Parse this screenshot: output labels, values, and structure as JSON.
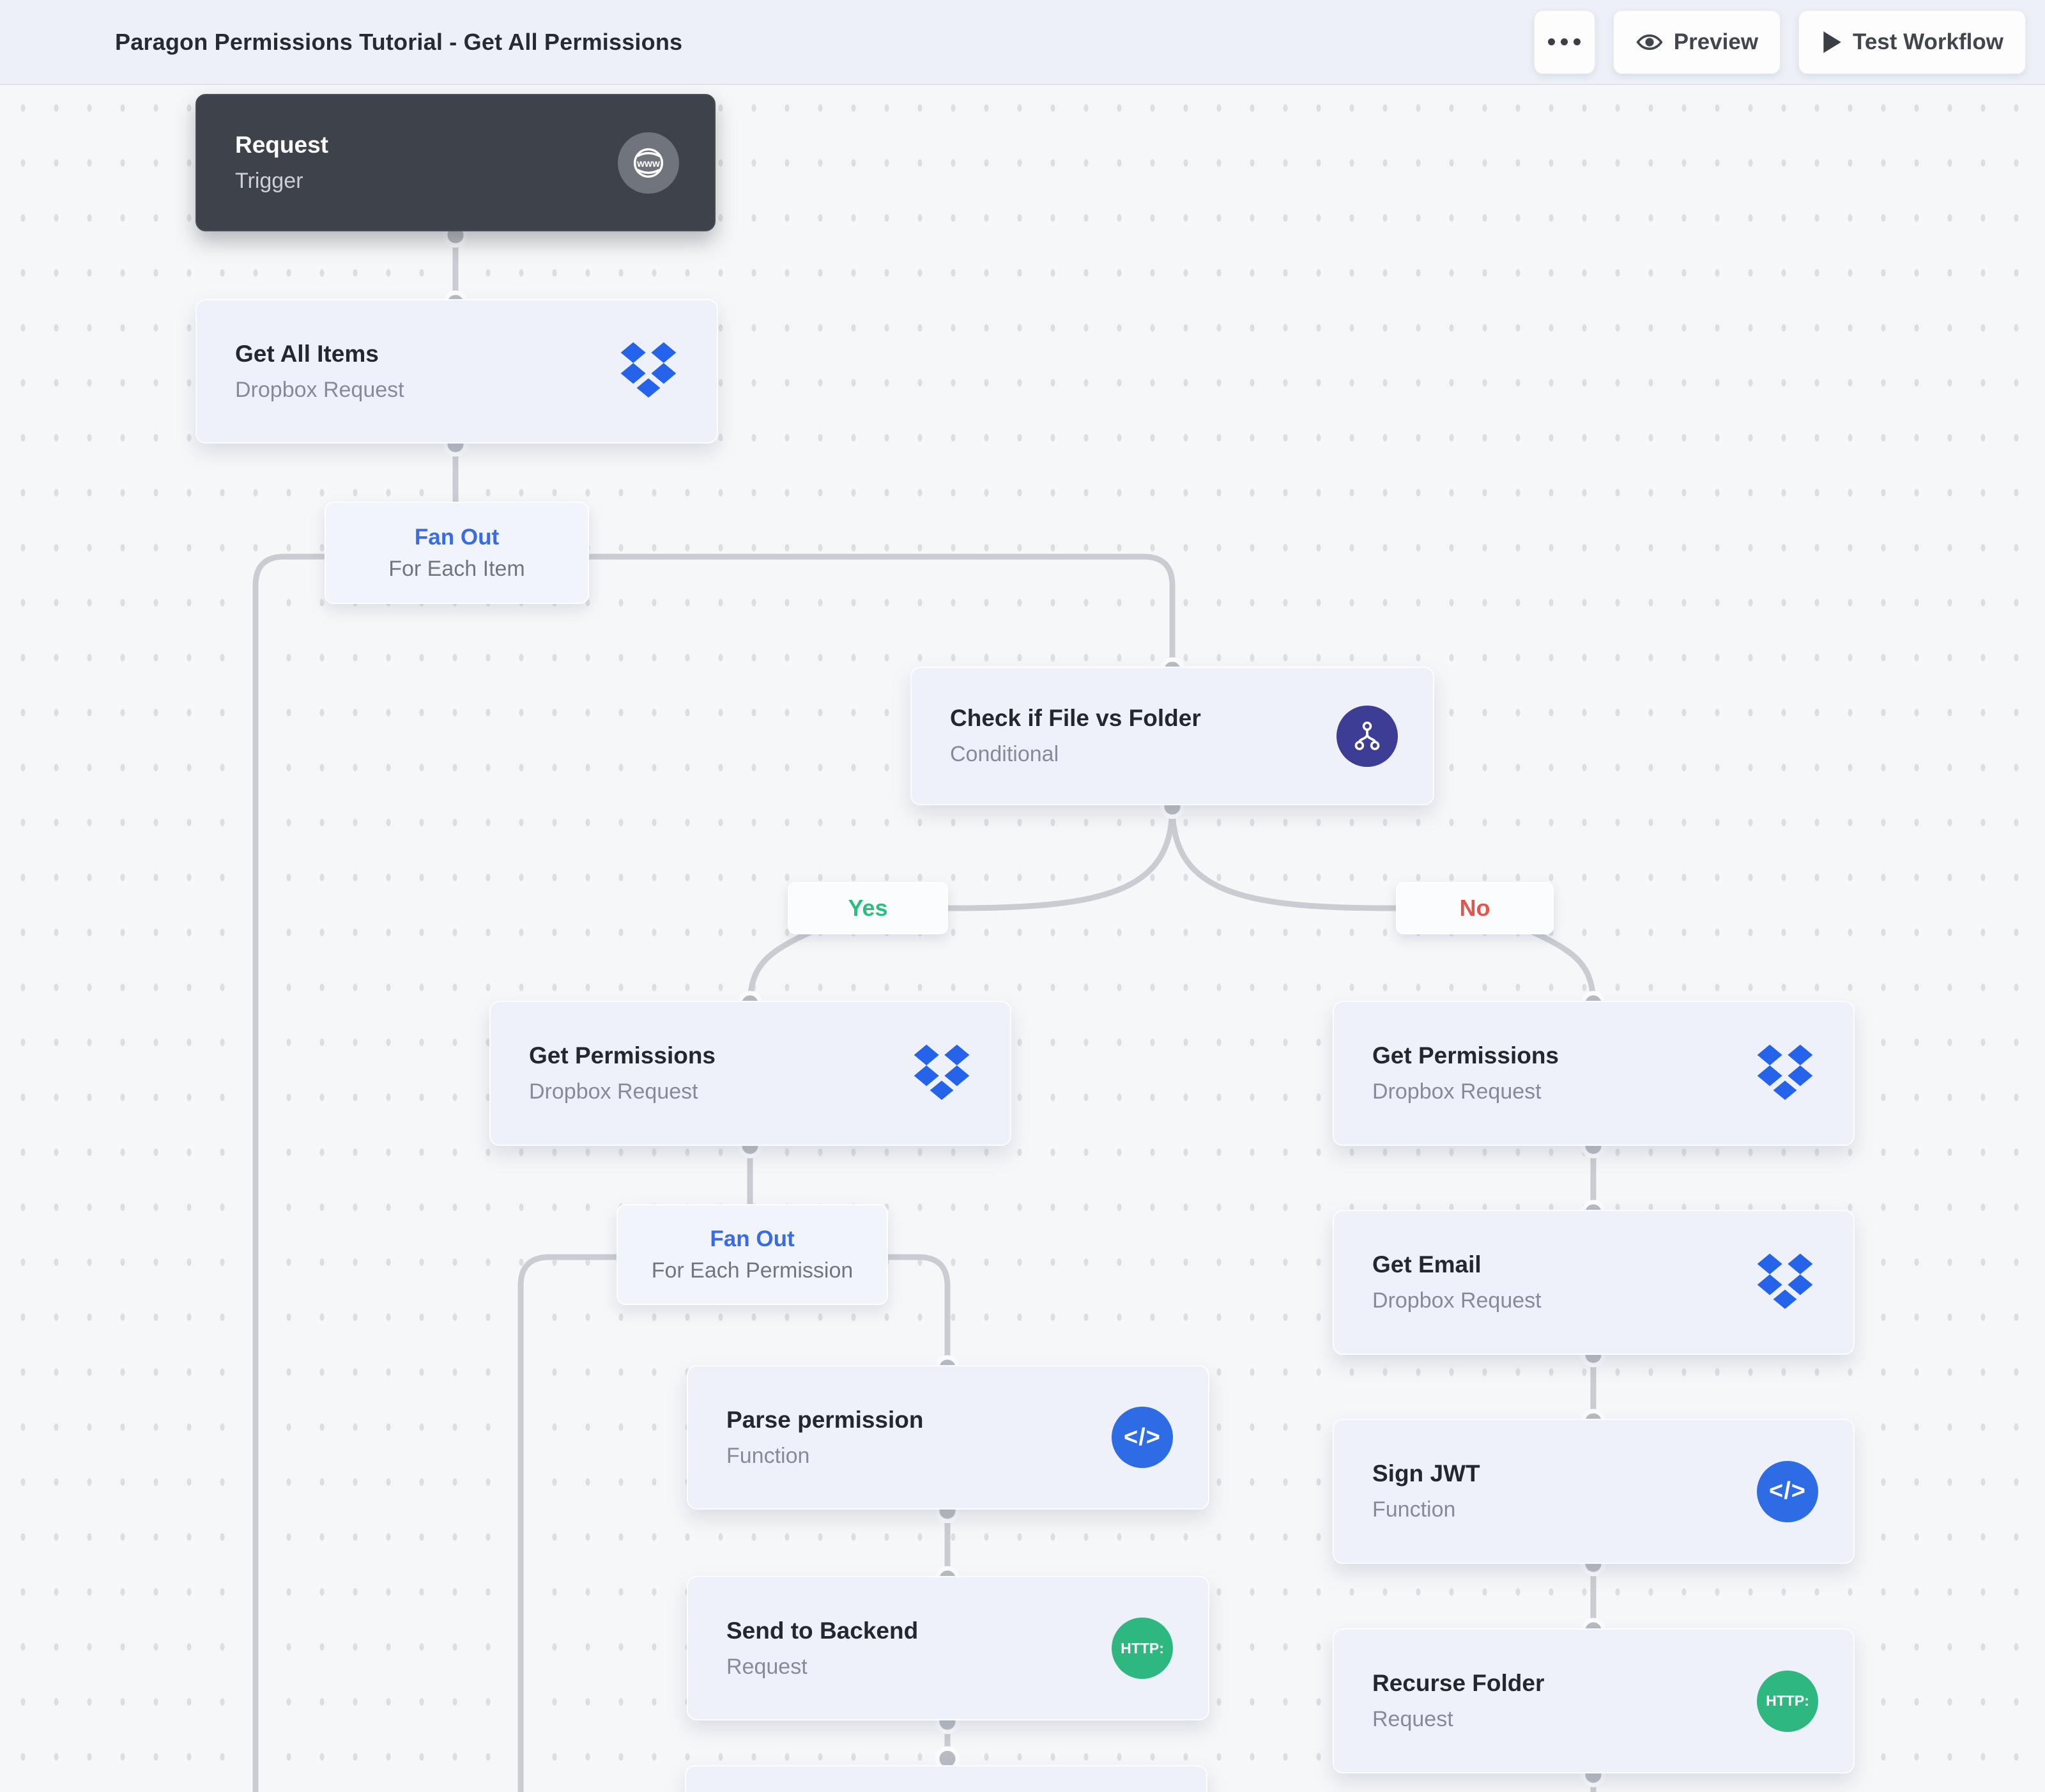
{
  "header": {
    "title": "Paragon Permissions Tutorial - Get All Permissions",
    "preview_label": "Preview",
    "test_workflow_label": "Test Workflow"
  },
  "nodes": [
    {
      "id": "request-trigger",
      "title": "Request",
      "subtitle": "Trigger",
      "icon": "globe"
    },
    {
      "id": "get-all-items",
      "title": "Get All Items",
      "subtitle": "Dropbox Request",
      "icon": "dropbox"
    },
    {
      "id": "fanout-items",
      "title": "Fan Out",
      "subtitle": "For Each Item"
    },
    {
      "id": "check-file-vs-folder",
      "title": "Check if File vs Folder",
      "subtitle": "Conditional",
      "icon": "conditional"
    },
    {
      "id": "branch-yes",
      "title": "Yes"
    },
    {
      "id": "branch-no",
      "title": "No"
    },
    {
      "id": "get-permissions-yes",
      "title": "Get Permissions",
      "subtitle": "Dropbox Request",
      "icon": "dropbox"
    },
    {
      "id": "fanout-permissions",
      "title": "Fan Out",
      "subtitle": "For Each Permission"
    },
    {
      "id": "parse-permission",
      "title": "Parse permission",
      "subtitle": "Function",
      "icon": "code"
    },
    {
      "id": "send-to-backend",
      "title": "Send to Backend",
      "subtitle": "Request",
      "icon": "http"
    },
    {
      "id": "get-permissions-no",
      "title": "Get Permissions",
      "subtitle": "Dropbox Request",
      "icon": "dropbox"
    },
    {
      "id": "get-email",
      "title": "Get Email",
      "subtitle": "Dropbox Request",
      "icon": "dropbox"
    },
    {
      "id": "sign-jwt",
      "title": "Sign JWT",
      "subtitle": "Function",
      "icon": "code"
    },
    {
      "id": "recurse-folder",
      "title": "Recurse Folder",
      "subtitle": "Request",
      "icon": "http"
    }
  ],
  "icon_texts": {
    "globe": "www",
    "code": "</>",
    "http": "HTTP:"
  },
  "colors": {
    "fanout-blue": "#3a6be2",
    "yes-green": "#2bbf7e",
    "no-red": "#e2564b",
    "dropbox-blue": "#2563ea",
    "conditional-indigo": "#3d3d96",
    "function-blue": "#2e6ce6",
    "http-green": "#2eb77e",
    "dark-node": "#3d424b"
  }
}
